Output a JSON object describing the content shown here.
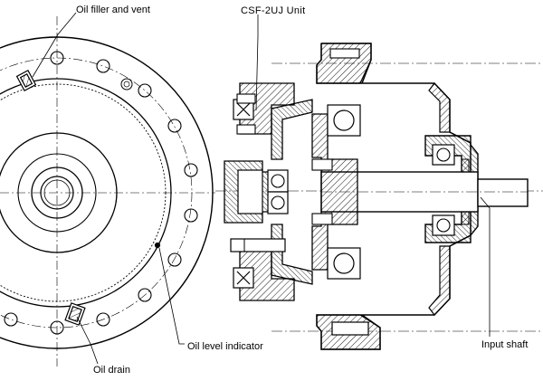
{
  "labels": {
    "oil_filler": "Oil filler and vent",
    "unit": "CSF-2UJ Unit",
    "oil_level": "Oil level indicator",
    "oil_drain": "Oil drain",
    "input_shaft": "Input shaft"
  },
  "colors": {
    "line": "#000000",
    "background": "#ffffff"
  }
}
